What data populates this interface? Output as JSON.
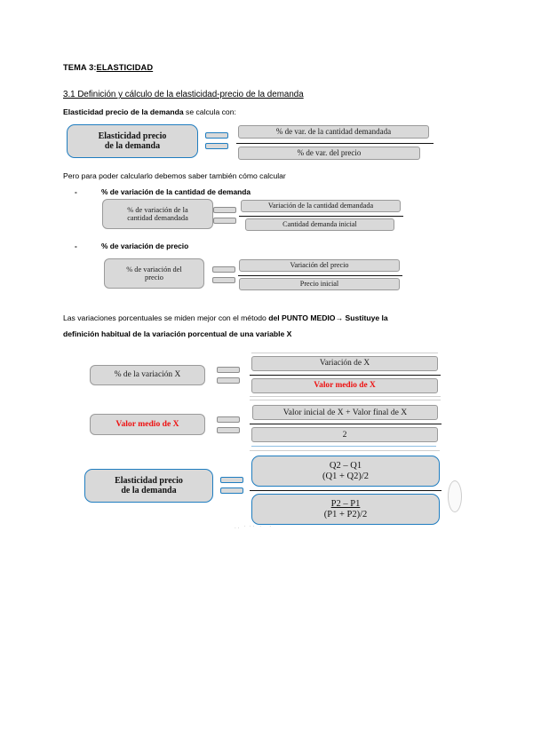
{
  "document": {
    "title_prefix": "TEMA 3:",
    "title_topic": "ELASTICIDAD",
    "section_heading": "3.1 Definición y cálculo de la elasticidad-precio de la demanda",
    "lead_bold": "Elasticidad precio de la demanda",
    "lead_rest": " se calcula con:",
    "intro_text": "Pero para poder calcularlo debemos saber también cómo calcular",
    "bullet_1": "% de variación de la cantidad de demanda",
    "bullet_2": "% de variación de precio",
    "bullet_dash": "-",
    "midpoint_line_1_a": "Las variaciones porcentuales se miden mejor con el método ",
    "midpoint_line_1_b": "del PUNTO MEDIO",
    "midpoint_line_1_c": "→ Sustituye la",
    "midpoint_line_2": "definición habitual de la variación porcentual de una variable X"
  },
  "formulas": [
    {
      "id": "elasticidad-precio-demanda",
      "style": "blue",
      "left_label_line1": "Elasticidad precio",
      "left_label_line2": "de la demanda",
      "numerator": "% de var. de la cantidad demandada",
      "denominator": "% de var. del precio"
    },
    {
      "id": "variacion-cantidad-demandada",
      "style": "gray",
      "left_label_line1": "% de variación de la",
      "left_label_line2": "cantidad demandada",
      "numerator": "Variación de la cantidad demandada",
      "denominator": "Cantidad demanda inicial"
    },
    {
      "id": "variacion-precio",
      "style": "gray",
      "left_label_line1": "% de variación del",
      "left_label_line2": "precio",
      "numerator": "Variación del precio",
      "denominator": "Precio inicial"
    },
    {
      "id": "variacion-x-punto-medio",
      "style": "gray",
      "left_label_line1": "% de la variación X",
      "left_label_line2": "",
      "numerator": "Variación de X",
      "denominator": "Valor medio de X",
      "denominator_color": "#ee1111"
    },
    {
      "id": "valor-medio-x",
      "style": "gray",
      "left_label_line1": "Valor medio de X",
      "left_label_line2": "",
      "left_label_color": "#ee1111",
      "numerator": "Valor inicial de X + Valor final de X",
      "denominator": "2"
    },
    {
      "id": "elasticidad-punto-medio",
      "style": "blue",
      "left_label_line1": "Elasticidad precio",
      "left_label_line2": "de la demanda",
      "numerator_top": "Q2 – Q1",
      "numerator_bottom": "(Q1 + Q2)/2",
      "denominator_top": "P2 – P1",
      "denominator_bottom": "(P1 + P2)/2"
    }
  ],
  "colors": {
    "accent_blue": "#1f7dc0",
    "box_fill": "#d9d9d9",
    "gray_border": "#9a9a9a",
    "red_text": "#ee1111",
    "page_background": "#ffffff"
  }
}
